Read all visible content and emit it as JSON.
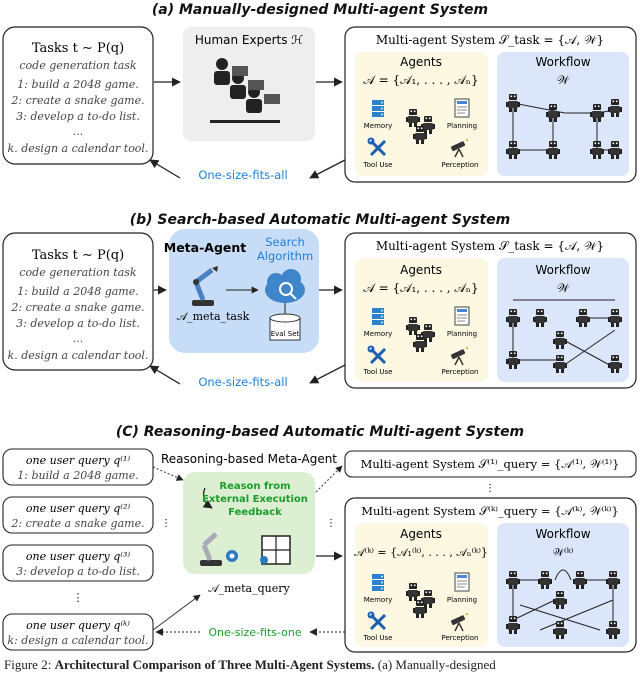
{
  "panel_a": {
    "title": "(a) Manually-designed Multi-agent System",
    "tasks_header": "Tasks t ∼ P(q)",
    "task_type": "code generation task",
    "tasks": [
      "1: build a 2048 game.",
      "2: create a snake game.",
      "3: develop a to-do list.",
      "...",
      "k. design a calendar tool."
    ],
    "experts_label": "Human Experts ℋ",
    "mas_title": "Multi-agent System  𝒮_task = {𝒜, 𝒲}",
    "agents_label": "Agents",
    "agents_formula": "𝒜 = {𝒜₁, . . . , 𝒜ₙ}",
    "workflow_label": "Workflow",
    "workflow_symbol": "𝒲",
    "memory": "Memory",
    "planning": "Planning",
    "tool_use": "Tool Use",
    "perception": "Perception",
    "feedback": "One-size-fits-all"
  },
  "panel_b": {
    "title": "(b) Search-based Automatic Multi-agent System",
    "tasks_header": "Tasks t ∼ P(q)",
    "task_type": "code generation task",
    "tasks": [
      "1: build a 2048 game.",
      "2: create a snake game.",
      "3: develop a to-do list.",
      "...",
      "k. design a calendar tool."
    ],
    "meta_agent": "Meta-Agent",
    "search_algorithm_1": "Search",
    "search_algorithm_2": "Algorithm",
    "meta_symbol": "𝒜_meta_task",
    "eval_set": "Eval Set",
    "mas_title": "Multi-agent System  𝒮_task = {𝒜, 𝒲}",
    "agents_label": "Agents",
    "agents_formula": "𝒜 = {𝒜₁, . . . , 𝒜ₙ}",
    "workflow_label": "Workflow",
    "workflow_symbol": "𝒲",
    "memory": "Memory",
    "planning": "Planning",
    "tool_use": "Tool Use",
    "perception": "Perception",
    "feedback": "One-size-fits-all"
  },
  "panel_c": {
    "title": "(C) Reasoning-based Automatic Multi-agent System",
    "queries": [
      {
        "head": "one user query q⁽¹⁾",
        "task": "1: build a 2048 game."
      },
      {
        "head": "one user query q⁽²⁾",
        "task": "2: create a snake game."
      },
      {
        "head": "one user query q⁽³⁾",
        "task": "3: develop a to-do list."
      },
      {
        "head": "one user query q⁽ᵏ⁾",
        "task": "k: design a calendar tool."
      }
    ],
    "meta_title": "Reasoning-based Meta-Agent",
    "reason_1": "Reason from",
    "reason_2": "External Execution",
    "reason_3": "Feedback",
    "meta_symbol": "𝒜_meta_query",
    "mas1_title": "Multi-agent System  𝒮⁽¹⁾_query = {𝒜⁽¹⁾, 𝒲⁽¹⁾}",
    "mask_title": "Multi-agent System  𝒮⁽ᵏ⁾_query = {𝒜⁽ᵏ⁾, 𝒲⁽ᵏ⁾}",
    "agents_label": "Agents",
    "agents_formula": "𝒜⁽ᵏ⁾ = {𝒜₁⁽ᵏ⁾, . . . , 𝒜ₙ⁽ᵏ⁾}",
    "workflow_label": "Workflow",
    "workflow_symbol": "𝒲⁽ᵏ⁾",
    "memory": "Memory",
    "planning": "Planning",
    "tool_use": "Tool Use",
    "perception": "Perception",
    "feedback": "One-size-fits-one",
    "dots": "⋮"
  },
  "caption": {
    "prefix": "Figure 2:",
    "bold": "Architectural Comparison of Three Multi-Agent Systems.",
    "rest": "(a) Manually-designed"
  },
  "colors": {
    "blue_text": "#1e7fd8",
    "green_text": "#1a9c2a",
    "agents_bg": "#fdf8e2",
    "workflow_bg": "#dbe6fb",
    "meta_b_bg": "#c6dcf7",
    "meta_c_bg": "#dcefd3",
    "experts_bg": "#eeeeee"
  }
}
